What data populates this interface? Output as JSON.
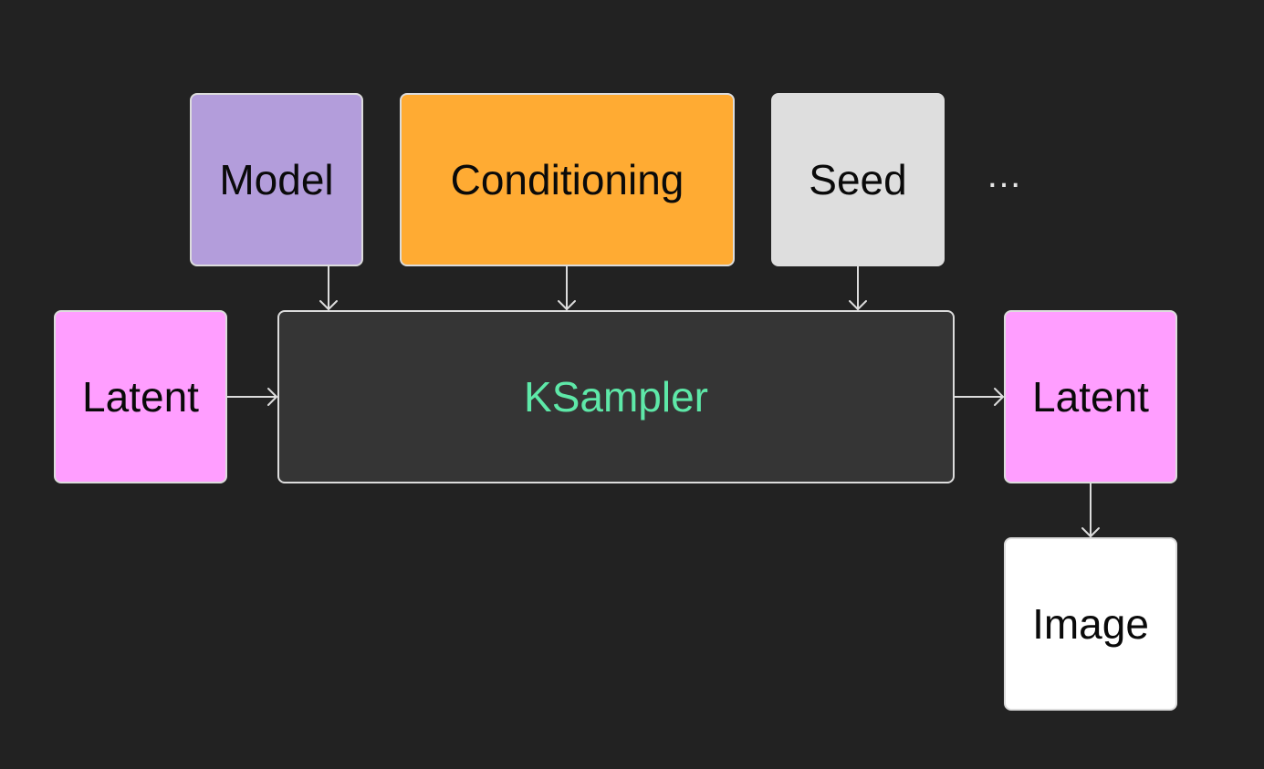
{
  "diagram": {
    "nodes": {
      "model": {
        "label": "Model",
        "fill": "#b39ddb",
        "text_color": "#0a0a0a"
      },
      "conditioning": {
        "label": "Conditioning",
        "fill": "#ffab33",
        "text_color": "#0a0a0a"
      },
      "seed": {
        "label": "Seed",
        "fill": "#dedede",
        "text_color": "#0a0a0a"
      },
      "latent_in": {
        "label": "Latent",
        "fill": "#ff9eff",
        "text_color": "#0a0a0a"
      },
      "ksampler": {
        "label": "KSampler",
        "fill": "#353535",
        "text_color": "#5ee8a8"
      },
      "latent_out": {
        "label": "Latent",
        "fill": "#ff9eff",
        "text_color": "#0a0a0a"
      },
      "image": {
        "label": "Image",
        "fill": "#ffffff",
        "text_color": "#0a0a0a"
      }
    },
    "more_inputs_indicator": "…",
    "edges": [
      {
        "from": "model",
        "to": "ksampler"
      },
      {
        "from": "conditioning",
        "to": "ksampler"
      },
      {
        "from": "seed",
        "to": "ksampler"
      },
      {
        "from": "latent_in",
        "to": "ksampler"
      },
      {
        "from": "ksampler",
        "to": "latent_out"
      },
      {
        "from": "latent_out",
        "to": "image"
      }
    ],
    "edge_color": "#dcdcdc",
    "background": "#222222"
  }
}
